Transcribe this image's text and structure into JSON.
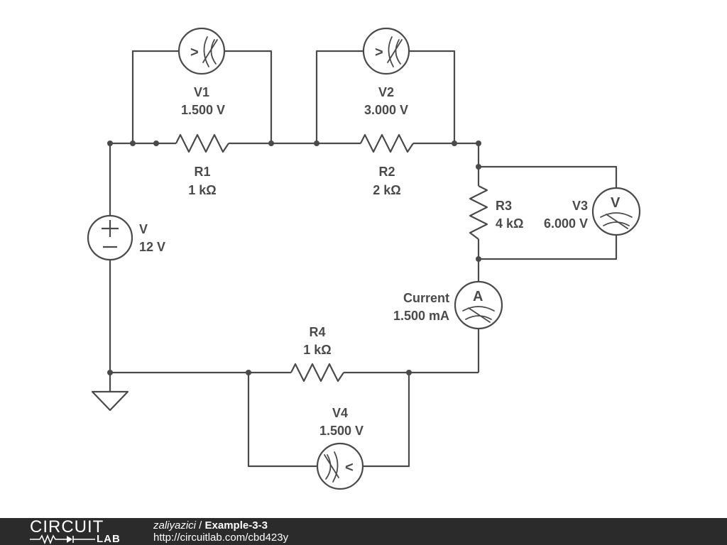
{
  "schematic": {
    "voltmeters": [
      {
        "name": "V1",
        "value": "1.500 V",
        "letter": ">"
      },
      {
        "name": "V2",
        "value": "3.000 V",
        "letter": ">"
      },
      {
        "name": "V3",
        "value": "6.000 V",
        "letter": "V"
      },
      {
        "name": "V4",
        "value": "1.500 V",
        "letter": "<"
      }
    ],
    "resistors": [
      {
        "name": "R1",
        "value": "1 kΩ"
      },
      {
        "name": "R2",
        "value": "2 kΩ"
      },
      {
        "name": "R3",
        "value": "4 kΩ"
      },
      {
        "name": "R4",
        "value": "1 kΩ"
      }
    ],
    "source": {
      "name": "V",
      "value": "12 V",
      "plus": "+",
      "minus": "−"
    },
    "ammeter": {
      "name": "Current",
      "value": "1.500 mA",
      "letter": "A"
    }
  },
  "footer": {
    "logo_top": "CIRCUIT",
    "logo_bottom": "LAB",
    "author": "zaliyazici",
    "separator": " / ",
    "project": "Example-3-3",
    "url": "http://circuitlab.com/cbd423y"
  },
  "colors": {
    "ink": "#4a4a4a",
    "footer_bg": "#2b2b2b"
  }
}
